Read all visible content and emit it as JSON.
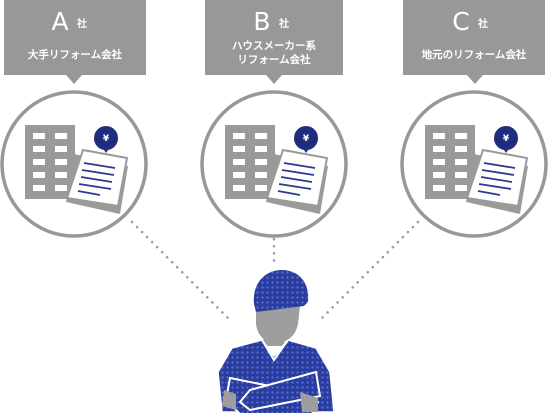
{
  "companies": [
    {
      "letter": "A",
      "suffix": "社",
      "type_lines": [
        "大手リフォーム会社"
      ]
    },
    {
      "letter": "B",
      "suffix": "社",
      "type_lines": [
        "ハウスメーカー系",
        "リフォーム会社"
      ]
    },
    {
      "letter": "C",
      "suffix": "社",
      "type_lines": [
        "地元のリフォーム会社"
      ]
    }
  ],
  "currency_symbol": "¥",
  "colors": {
    "label_bg": "#999896",
    "building": "#9a9a98",
    "document_fill": "#ffffff",
    "document_lines": "#2b3a8c",
    "yen_badge": "#1e2d7d",
    "person_shirt": "#2a3d9e",
    "person_skin": "#9e9e9e",
    "connector": "#9a9a9a"
  }
}
